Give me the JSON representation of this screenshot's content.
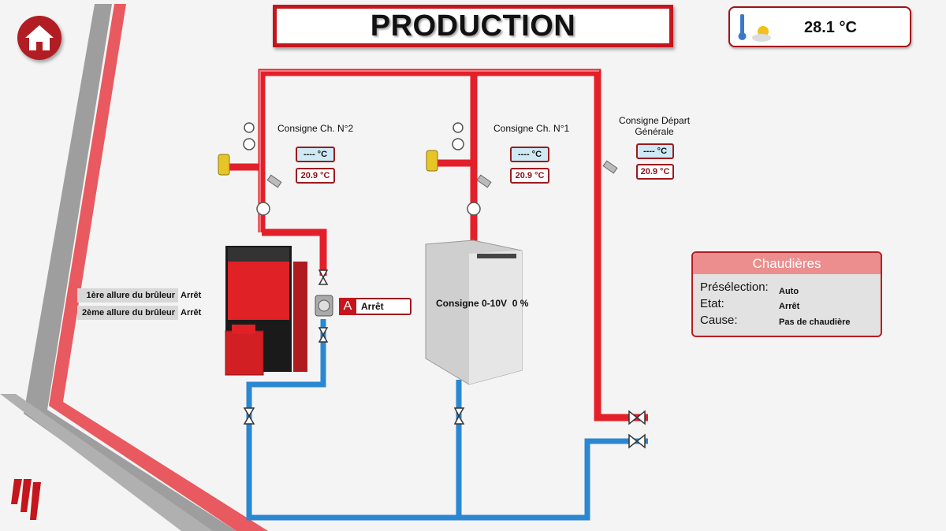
{
  "header": {
    "title": "PRODUCTION"
  },
  "weather": {
    "temperature": "28.1 °C",
    "icon": "weather-thermometer-icon"
  },
  "nav": {
    "home_icon": "home-icon"
  },
  "circuits": [
    {
      "label": "Consigne Ch. N°2",
      "setpoint": "---- °C",
      "measured": "20.9 °C"
    },
    {
      "label": "Consigne Ch. N°1",
      "setpoint": "---- °C",
      "measured": "20.9 °C"
    }
  ],
  "general": {
    "label": "Consigne Départ Générale",
    "setpoint": "---- °C",
    "measured": "20.9 °C"
  },
  "burner": {
    "stage1_label": "1ère allure du brûleur",
    "stage1_value": "Arrêt",
    "stage2_label": "2ème allure du brûleur",
    "stage2_value": "Arrêt"
  },
  "pump": {
    "mode_letter": "A",
    "status": "Arrêt"
  },
  "boiler2": {
    "setpoint_label": "Consigne 0-10V",
    "setpoint_value": "0 %"
  },
  "panel": {
    "title": "Chaudières",
    "rows": [
      {
        "label": "Présélection:",
        "value": "Auto"
      },
      {
        "label": "Etat:",
        "value": "Arrêt"
      },
      {
        "label": "Cause:",
        "value": "Pas de chaudière"
      }
    ]
  },
  "colors": {
    "accent": "#c4161c",
    "hot_pipe": "#e3202a",
    "cold_pipe": "#2b87d1",
    "panel_header": "#ec8e8e"
  }
}
